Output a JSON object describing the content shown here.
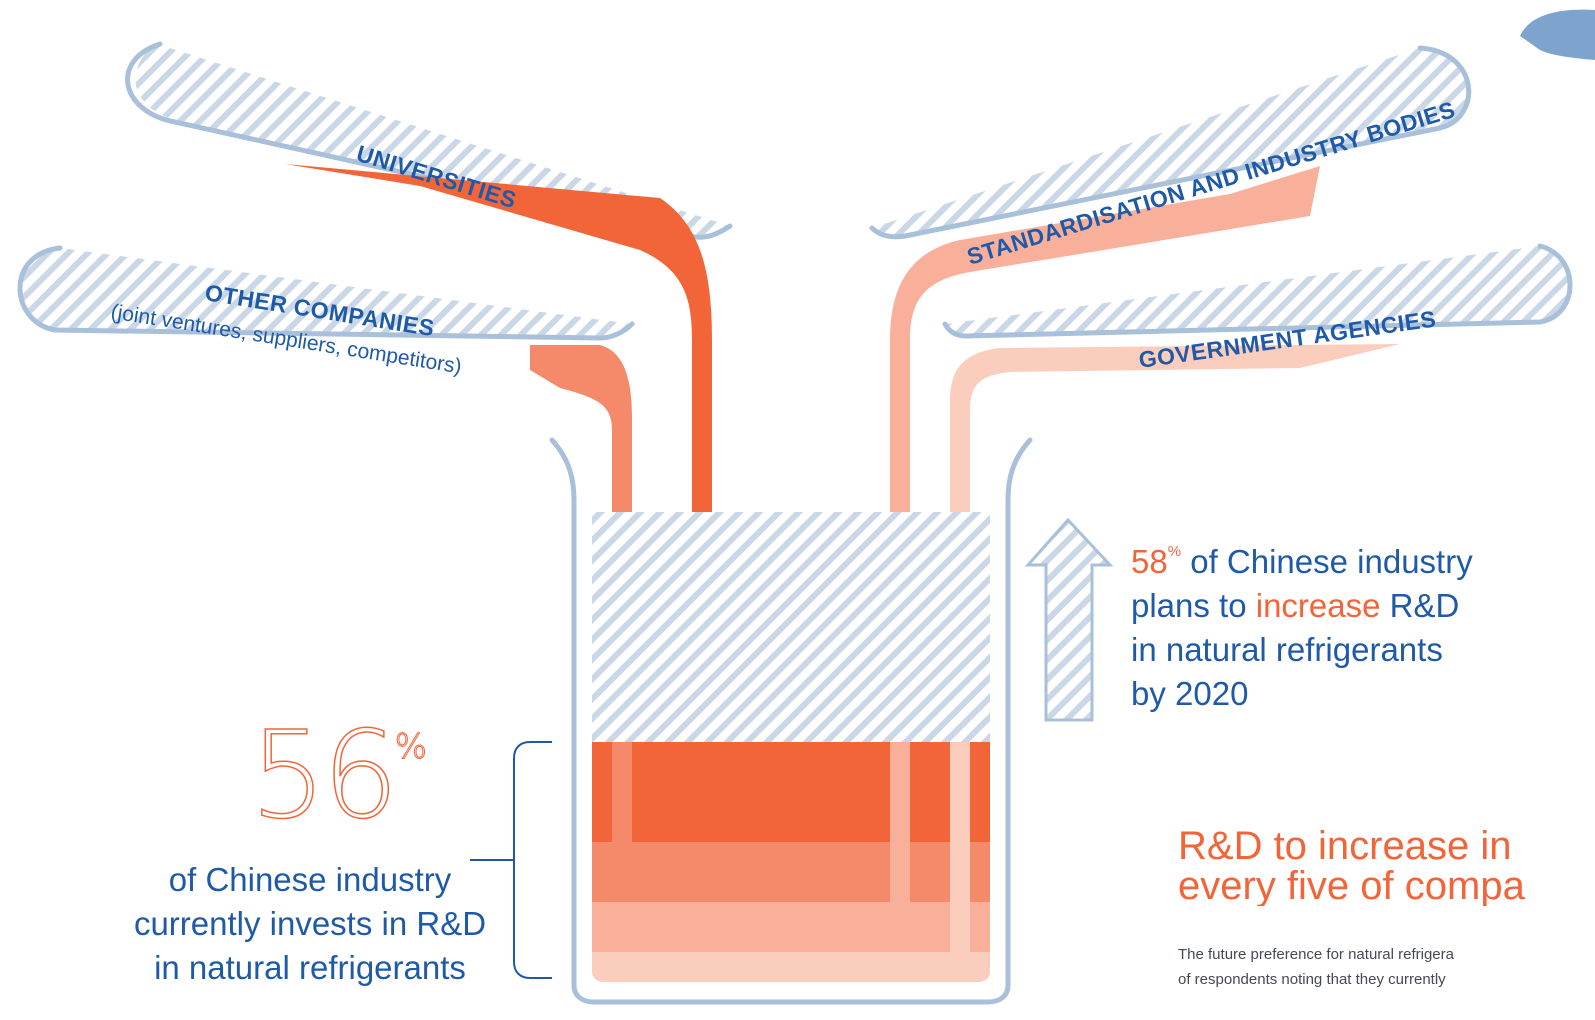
{
  "colors": {
    "dark_orange": "#f26539",
    "mid_orange": "#f48a6a",
    "light_orange": "#f8b09a",
    "pale_orange": "#fbcdbd",
    "outline_blue": "#a9c0da",
    "text_blue": "#1f5aa8",
    "accent_blue": "#7ea3cc"
  },
  "channels": {
    "universities": "UNIVERSITIES",
    "other_companies": "OTHER COMPANIES",
    "other_companies_sub": "(joint ventures, suppliers, competitors)",
    "standardisation": "STANDARDISATION AND INDUSTRY BODIES",
    "government": "GOVERNMENT AGENCIES"
  },
  "current_stat": {
    "value": "56",
    "unit": "%",
    "line1": "of Chinese industry",
    "line2": "currently invests in R&D",
    "line3": "in natural refrigerants"
  },
  "plan_stat": {
    "value": "58",
    "unit": "%",
    "text1": " of Chinese industry",
    "text2a": "plans to ",
    "text2b": "increase",
    "text2c": " R&D",
    "text3": "in natural refrigerants",
    "text4": "by 2020"
  },
  "section": {
    "heading_line1": "R&D to increase in",
    "heading_line2": "every five of compa",
    "body_line1": "The future preference for natural refrigera",
    "body_line2": "of respondents noting that they currently"
  }
}
